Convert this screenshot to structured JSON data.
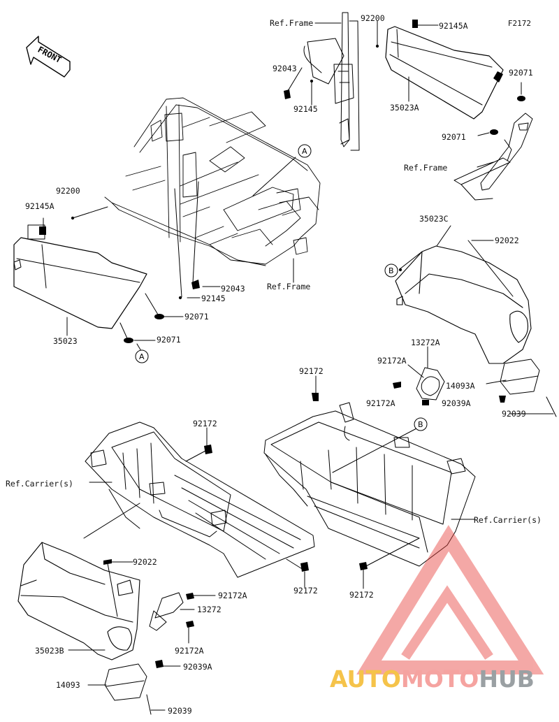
{
  "figure_code": "F2172",
  "front_label": "FRONT",
  "callouts": {
    "a": "A",
    "b": "B"
  },
  "labels": {
    "ref_frame_top": "Ref.Frame",
    "p92200_top": "92200",
    "p92145a_top": "92145A",
    "p92043_top": "92043",
    "p92145_top": "92145",
    "p35023a": "35023A",
    "p92071_top_r": "92071",
    "p92071_top_m": "92071",
    "ref_frame_right": "Ref.Frame",
    "p92200_left": "92200",
    "p92145a_left": "92145A",
    "ref_frame_mid": "Ref.Frame",
    "p92043_mid": "92043",
    "p92145_mid": "92145",
    "p92071_mid1": "92071",
    "p92071_mid2": "92071",
    "p35023": "35023",
    "p35023c": "35023C",
    "p92022_right": "92022",
    "p13272a": "13272A",
    "p92172a_r1": "92172A",
    "p14093a": "14093A",
    "p92172a_r2": "92172A",
    "p92039a_r": "92039A",
    "p92039_r": "92039",
    "p92172_top": "92172",
    "p92172_mid": "92172",
    "ref_carriers_left": "Ref.Carrier(s)",
    "ref_carriers_right": "Ref.Carrier(s)",
    "p92022_left": "92022",
    "p92172a_l1": "92172A",
    "p13272": "13272",
    "p35023b": "35023B",
    "p92172a_l2": "92172A",
    "p92039a_l": "92039A",
    "p14093": "14093",
    "p92039_l": "92039",
    "p92172_bl": "92172",
    "p92172_br": "92172"
  },
  "watermark": {
    "auto": "AUTO",
    "moto": "MOTO",
    "hub": "HUB"
  }
}
